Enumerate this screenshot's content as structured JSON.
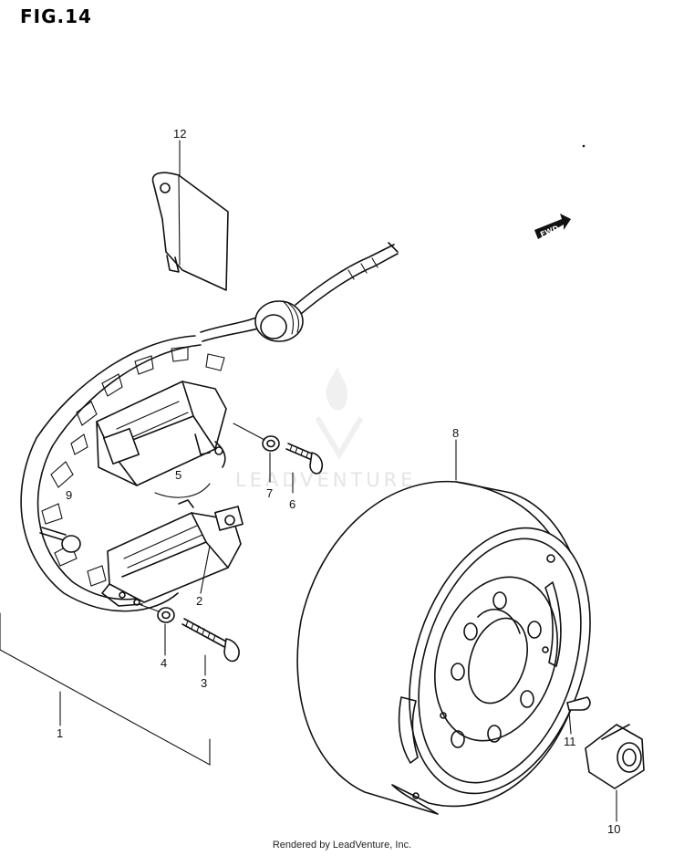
{
  "figure_title": "FIG.14",
  "watermark": "LEADVENTURE",
  "footer": "Rendered by LeadVenture, Inc.",
  "fwd_label": "FWD",
  "callouts": {
    "p1": "1",
    "p2": "2",
    "p3": "3",
    "p4": "4",
    "p5": "5",
    "p6": "6",
    "p7": "7",
    "p8": "8",
    "p9": "9",
    "p10": "10",
    "p11": "11",
    "p12": "12"
  }
}
